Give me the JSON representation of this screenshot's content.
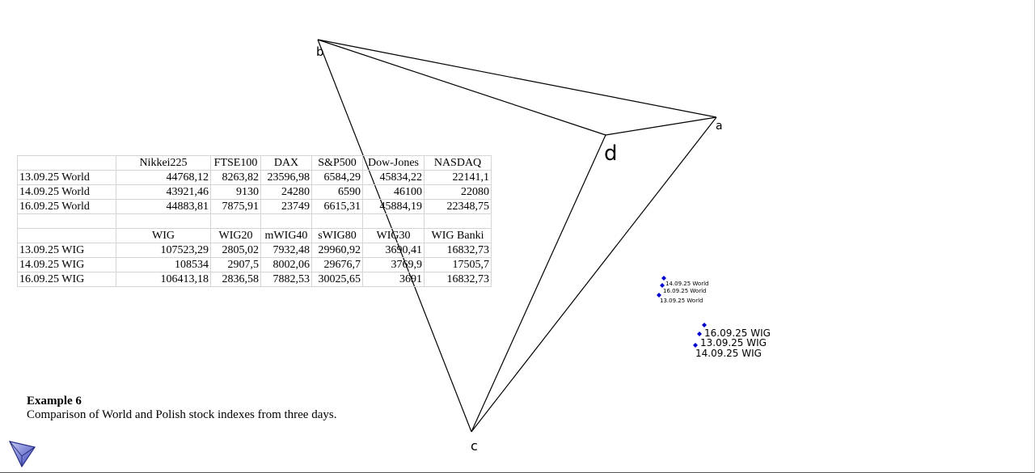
{
  "table": {
    "world_headers": [
      "Nikkei225",
      "FTSE100",
      "DAX",
      "S&P500",
      "Dow-Jones",
      "NASDAQ"
    ],
    "world_rows": [
      {
        "label": "13.09.25 World",
        "values": [
          "44768,12",
          "8263,82",
          "23596,98",
          "6584,29",
          "45834,22",
          "22141,1"
        ]
      },
      {
        "label": "14.09.25 World",
        "values": [
          "43921,46",
          "9130",
          "24280",
          "6590",
          "46100",
          "22080"
        ]
      },
      {
        "label": "16.09.25 World",
        "values": [
          "44883,81",
          "7875,91",
          "23749",
          "6615,31",
          "45884,19",
          "22348,75"
        ]
      }
    ],
    "wig_headers": [
      "WIG",
      "WIG20",
      "mWIG40",
      "sWIG80",
      "WIG30",
      "WIG Banki"
    ],
    "wig_rows": [
      {
        "label": "13.09.25 WIG",
        "values": [
          "107523,29",
          "2805,02",
          "7932,48",
          "29960,92",
          "3690,41",
          "16832,73"
        ]
      },
      {
        "label": "14.09.25 WIG",
        "values": [
          "108534",
          "2907,5",
          "8002,06",
          "29676,7",
          "3769,9",
          "17505,7"
        ]
      },
      {
        "label": "16.09.25 WIG",
        "values": [
          "106413,18",
          "2836,58",
          "7882,53",
          "30025,65",
          "3691",
          "16832,73"
        ]
      }
    ]
  },
  "diagram": {
    "vertices": {
      "a": "a",
      "b": "b",
      "c": "c",
      "d": "d"
    },
    "points": {
      "world": [
        "14.09.25 World",
        "16.09.25 World",
        "13.09.25 World"
      ],
      "wig": [
        "16.09.25 WIG",
        "13.09.25 WIG",
        "14.09.25 WIG"
      ]
    },
    "line_color": "#000000",
    "marker_color": "#0000cc"
  },
  "caption": {
    "title": "Example 6",
    "text": "Comparison of World and Polish stock indexes from three days."
  },
  "icons": {
    "corner": "triangle-pointer-icon"
  }
}
